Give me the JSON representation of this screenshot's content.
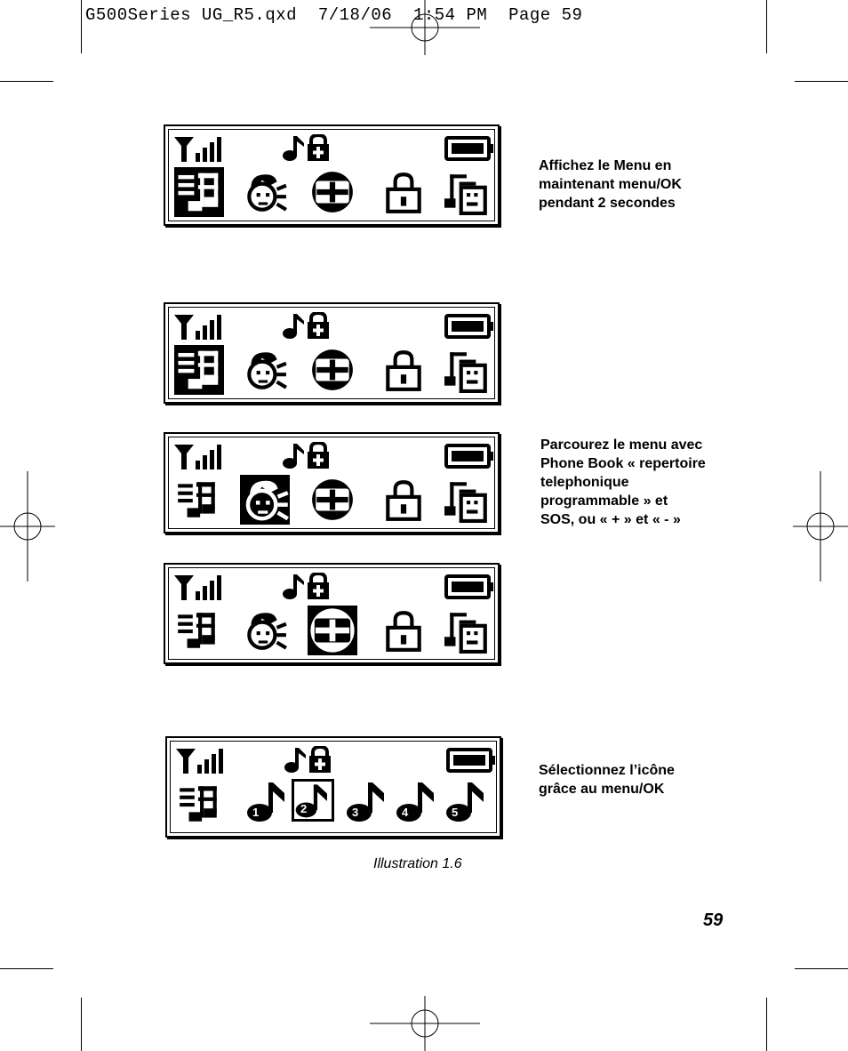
{
  "header": {
    "slug": "G500Series UG_R5.qxd  7/18/06  1:54 PM  Page 59"
  },
  "captions": {
    "c1": [
      "Affichez le Menu en",
      "maintenant menu/OK",
      "pendant 2 secondes"
    ],
    "c2": [
      "Parcourez le menu avec",
      "Phone Book « repertoire",
      "telephonique",
      "programmable » et",
      "SOS, ou « + » et « - »"
    ],
    "c3": [
      "Sélectionnez l’icône",
      "grâce au menu/OK"
    ]
  },
  "illustration_label": "Illustration 1.6",
  "page_number": "59",
  "screens": [
    {
      "selected": "music"
    },
    {
      "selected": "music"
    },
    {
      "selected": "phonebook"
    },
    {
      "selected": "sos"
    },
    {
      "selected": "tone-2",
      "tone_digits": [
        "1",
        "2",
        "3",
        "4",
        "5"
      ]
    }
  ]
}
